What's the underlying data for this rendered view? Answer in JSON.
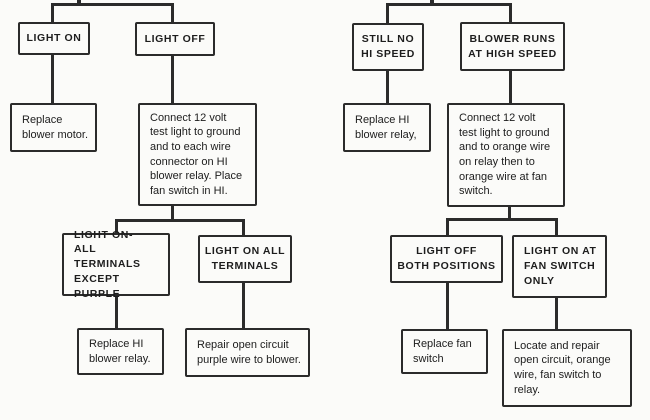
{
  "flowchart": {
    "left": {
      "light_on": "LIGHT ON",
      "light_off": "LIGHT OFF",
      "replace_blower_motor": "Replace\nblower motor.",
      "connect_test_light": "Connect 12 volt\ntest light to ground\nand to each wire\nconnector on HI\nblower relay. Place\nfan switch in HI.",
      "light_on_all_terminals_except_purple": "LIGHT ON-\nALL TERMINALS\nEXCEPT PURPLE",
      "light_on_all_terminals": "LIGHT ON ALL\nTERMINALS",
      "replace_hi_blower_relay": "Replace HI\nblower relay.",
      "repair_open_circuit_purple": "Repair open circuit\npurple wire to blower."
    },
    "right": {
      "still_no_hi_speed": "STILL NO\nHI SPEED",
      "blower_runs_at_high_speed": "BLOWER RUNS\nAT HIGH SPEED",
      "replace_hi_blower_relay": "Replace HI\nblower relay,",
      "connect_test_light": "Connect 12 volt\ntest light to ground\nand to orange wire\non relay then to\norange wire at fan\nswitch.",
      "light_off_both_positions": "LIGHT OFF\nBOTH POSITIONS",
      "light_on_at_fan_switch_only": "LIGHT ON AT\nFAN SWITCH\nONLY",
      "replace_fan_switch": "Replace fan\nswitch",
      "locate_and_repair_open_circuit": "Locate and repair\nopen circuit, orange\nwire, fan switch to\nrelay."
    },
    "line_color": "#2b2b2b"
  }
}
